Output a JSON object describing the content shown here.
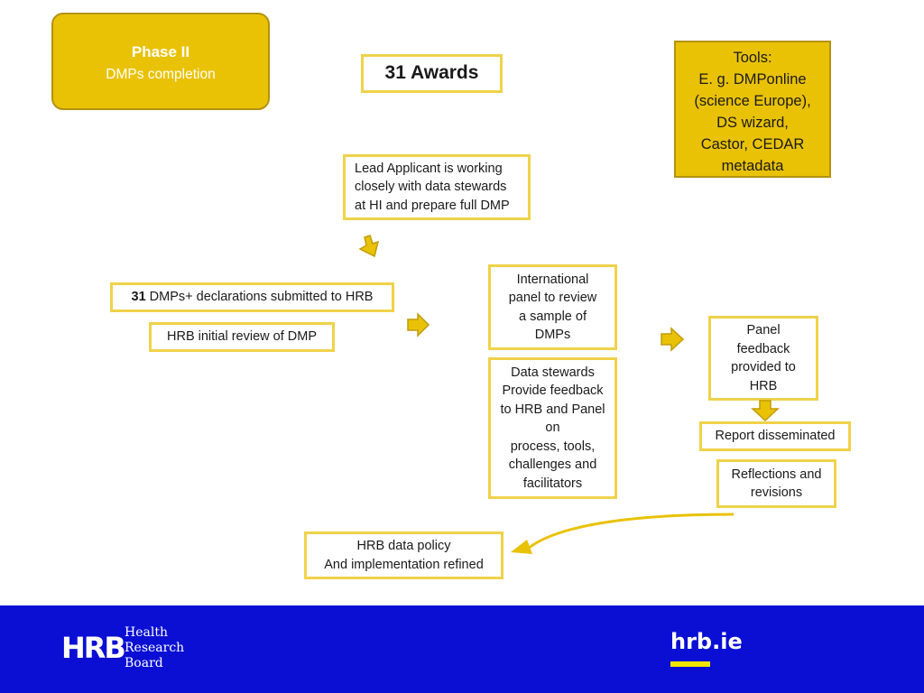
{
  "phase": {
    "title": "Phase II",
    "subtitle": "DMPs completion"
  },
  "awards": "31 Awards",
  "tools": {
    "lines": [
      "Tools:",
      "E. g. DMPonline",
      "(science Europe),",
      "DS wizard,",
      "Castor, CEDAR",
      "metadata"
    ]
  },
  "lead_applicant": {
    "lines": [
      "Lead Applicant is working",
      "closely with data stewards",
      "at HI and prepare full DMP"
    ]
  },
  "submitted": {
    "count": "31",
    "text": " DMPs+ declarations submitted to HRB"
  },
  "initial_review": "HRB initial review of DMP",
  "international_panel": {
    "lines": [
      "International",
      "panel to review",
      "a sample of",
      "DMPs"
    ]
  },
  "data_stewards": {
    "lines": [
      "Data stewards",
      "Provide feedback",
      "to HRB and Panel",
      "on",
      "process, tools,",
      "challenges and",
      "facilitators"
    ]
  },
  "panel_feedback": {
    "lines": [
      "Panel",
      "feedback",
      "provided to",
      "HRB"
    ]
  },
  "report": "Report disseminated",
  "reflections": {
    "lines": [
      "Reflections and",
      "revisions"
    ]
  },
  "policy": {
    "lines": [
      "HRB data policy",
      "And implementation refined"
    ]
  },
  "footer": {
    "logo_mark": "HRB",
    "logo_text": [
      "Health",
      "Research",
      "Board"
    ],
    "website": "hrb.ie",
    "colors": {
      "background": "#0b0fd4",
      "accent": "#f2e500",
      "text": "#ffffff"
    }
  },
  "colors": {
    "phase_fill": "#e9c206",
    "box_border": "#f0d24a",
    "arrow": "#e9c206"
  }
}
